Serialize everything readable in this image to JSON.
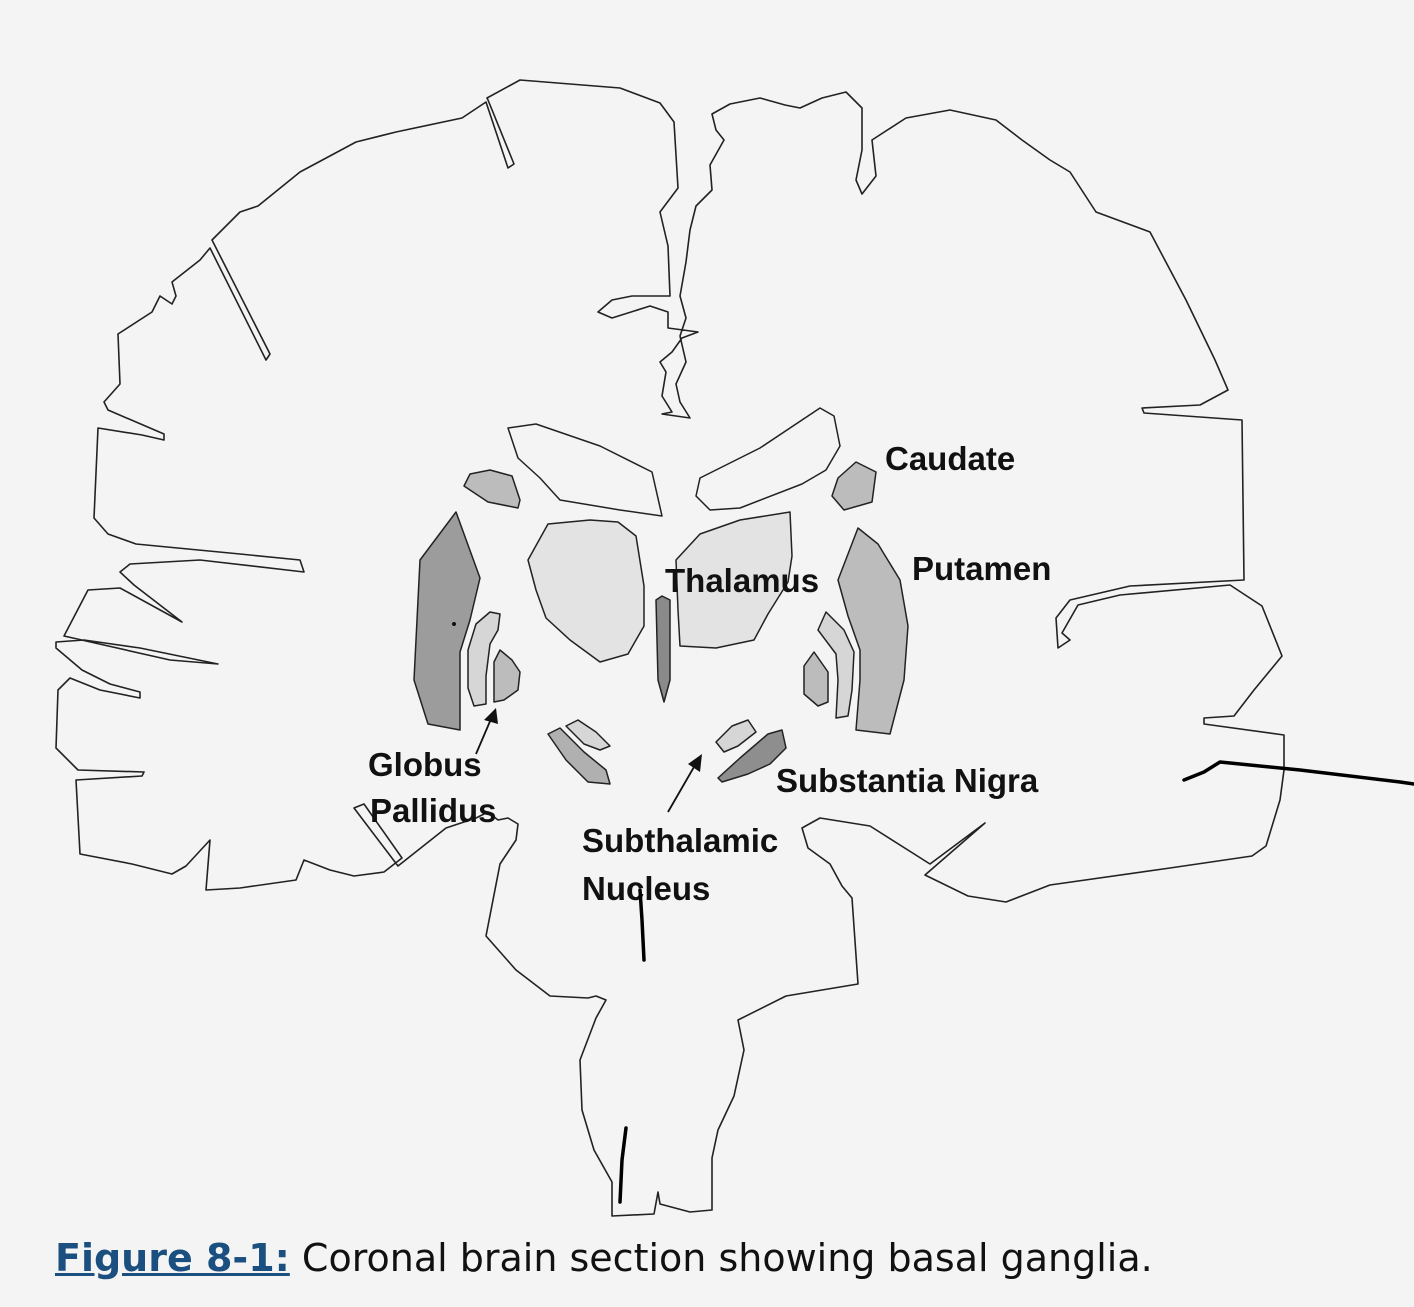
{
  "diagram": {
    "labels": {
      "caudate": "Caudate",
      "putamen": "Putamen",
      "thalamus": "Thalamus",
      "globus_line1": "Globus",
      "globus_line2": "Pallidus",
      "substantia_nigra": "Substantia Nigra",
      "subthalamic_line1": "Subthalamic",
      "subthalamic_line2": "Nucleus"
    },
    "colors": {
      "background": "#f4f4f4",
      "thalamus_fill": "#e3e3e3",
      "light_fill": "#f4f4f4",
      "medium_fill": "#bcbcbc",
      "dark_fill": "#9a9a9a",
      "darker_fill": "#8a8a8a",
      "ink": "#222222"
    }
  },
  "caption": {
    "figure_link": "Figure 8-1:",
    "text": "Coronal brain section showing basal ganglia.",
    "link_color": "#1a4f80"
  }
}
